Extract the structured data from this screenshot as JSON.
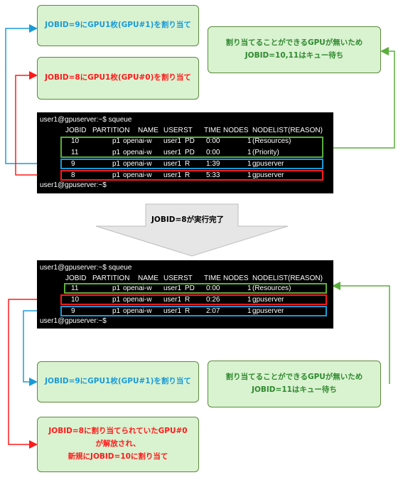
{
  "top": {
    "box_gpu1": "JOBID=9にGPU1枚(GPU#1)を割り当て",
    "box_gpu0": "JOBID=8にGPU1枚(GPU#0)を割り当て",
    "box_wait_line1": "割り当てることができるGPUが無いため",
    "box_wait_line2": "JOBID=10,11はキュー待ち",
    "terminal": {
      "prompt": "user1@gpuserver:~$ squeue",
      "header": [
        "JOBID",
        "PARTITION",
        "NAME",
        "USER",
        "ST",
        "TIME",
        "NODES",
        "NODELIST(REASON)"
      ],
      "rows": [
        [
          "10",
          "p1",
          "openai-w",
          "user1",
          "PD",
          "0:00",
          "1",
          "(Resources)"
        ],
        [
          "11",
          "p1",
          "openai-w",
          "user1",
          "PD",
          "0:00",
          "1",
          "(Priority)"
        ],
        [
          "9",
          "p1",
          "openai-w",
          "user1",
          "R",
          "1:39",
          "1",
          "gpuserver"
        ],
        [
          "8",
          "p1",
          "openai-w",
          "user1",
          "R",
          "5:33",
          "1",
          "gpuserver"
        ]
      ],
      "end_prompt": "user1@gpuserver:~$"
    }
  },
  "transition": "JOBID=8が実行完了",
  "bottom": {
    "terminal": {
      "prompt": "user1@gpuserver:~$ squeue",
      "header": [
        "JOBID",
        "PARTITION",
        "NAME",
        "USER",
        "ST",
        "TIME",
        "NODES",
        "NODELIST(REASON)"
      ],
      "rows": [
        [
          "11",
          "p1",
          "openai-w",
          "user1",
          "PD",
          "0:00",
          "1",
          "(Resources)"
        ],
        [
          "10",
          "p1",
          "openai-w",
          "user1",
          "R",
          "0:26",
          "1",
          "gpuserver"
        ],
        [
          "9",
          "p1",
          "openai-w",
          "user1",
          "R",
          "2:07",
          "1",
          "gpuserver"
        ]
      ],
      "end_prompt": "user1@gpuserver:~$"
    },
    "box_gpu1": "JOBID=9にGPU1枚(GPU#1)を割り当て",
    "box_wait_line1": "割り当てることができるGPUが無いため",
    "box_wait_line2": "JOBID=11はキュー待ち",
    "box_gpu0_line1": "JOBID=8に割り当てられていたGPU#0",
    "box_gpu0_line2": "が解放され、",
    "box_gpu0_line3": "新規にJOBID=10に割り当て"
  },
  "colors": {
    "blue": "#1a9bd7",
    "red": "#ff1a1a",
    "green": "#5aae3c",
    "box_fill": "#d9f2d0"
  }
}
